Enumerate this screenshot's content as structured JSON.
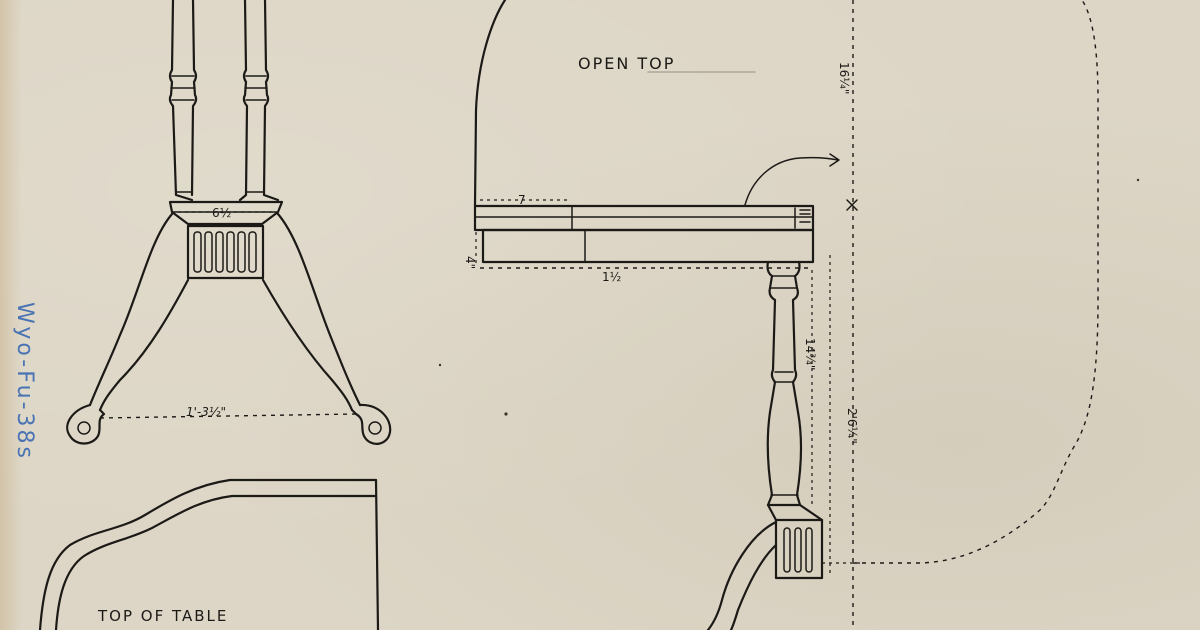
{
  "labels": {
    "open_top": "OPEN TOP",
    "top_of_table": "TOP OF TABLE"
  },
  "dimensions": {
    "leg_span_top": "6½",
    "leg_span_bottom": "1'-3½\"",
    "rail_length": "7",
    "rail_depth": "4\"",
    "rail_width": "1½",
    "top_height": "16¼\"",
    "leg_height": "14¾\"",
    "total_height": "2'6¼\""
  },
  "catalog_number": "Wyo-Fu-38s",
  "colors": {
    "paper": "#ddd6c6",
    "ink": "#1c1a17",
    "pencil": "#4a73b3"
  }
}
